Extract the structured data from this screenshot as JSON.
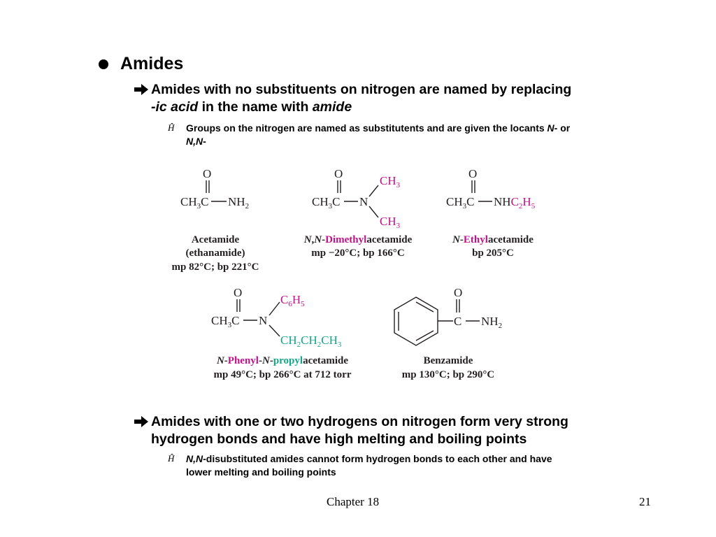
{
  "slide": {
    "heading": "Amides",
    "point1": {
      "line1": "Amides with no substituents on nitrogen are named by replacing",
      "line2_a": "-ic acid",
      "line2_b": " in the name with ",
      "line2_c": "amide"
    },
    "sub1": {
      "line1_a": "Groups on the nitrogen are named as substitutents and are given the locants ",
      "line1_b": "N",
      "line1_c": "- or",
      "line2_a": "N,N",
      "line2_b": "-"
    },
    "point2": {
      "line1": "Amides with one or two hydrogens on nitrogen form very strong",
      "line2": "hydrogen bonds and have high melting and boiling points"
    },
    "sub2": {
      "line1_a": "N,N",
      "line1_b": "-disubstituted amides cannot form hydrogen bonds to each other and have",
      "line2": "lower melting and boiling points"
    }
  },
  "figure": {
    "o": "O",
    "ch3c": "CH",
    "c": "C",
    "n": "N",
    "nh": "NH",
    "ch": "CH",
    "h": "H",
    "cc": "C",
    "sub2": "2",
    "sub3": "3",
    "sub5": "5",
    "sub6": "6",
    "acetamide": {
      "name": "Acetamide",
      "alt": "(ethanamide)",
      "props": "mp 82°C; bp 221°C"
    },
    "dimethyl": {
      "n1": "N",
      "comma": ",",
      "n2": "N",
      "dash": "-",
      "prefix": "Dimethyl",
      "suffix": "acetamide",
      "props": "mp −20°C; bp 166°C"
    },
    "ethyl": {
      "n1": "N",
      "dash": "-",
      "prefix": "Ethyl",
      "suffix": "acetamide",
      "props": "bp 205°C"
    },
    "phenylpropyl": {
      "n1": "N",
      "dash1": "-",
      "p1": "Phenyl",
      "dash2": "-",
      "n2": "N",
      "dash3": "-",
      "p2": "propyl",
      "suffix": "acetamide",
      "props": "mp 49°C; bp 266°C at 712 torr"
    },
    "benzamide": {
      "name": "Benzamide",
      "props": "mp 130°C; bp 290°C"
    }
  },
  "footer": {
    "chapter": "Chapter 18",
    "page": "21"
  },
  "colors": {
    "magenta": "#c0138a",
    "teal": "#16a58a",
    "text": "#231f20"
  }
}
